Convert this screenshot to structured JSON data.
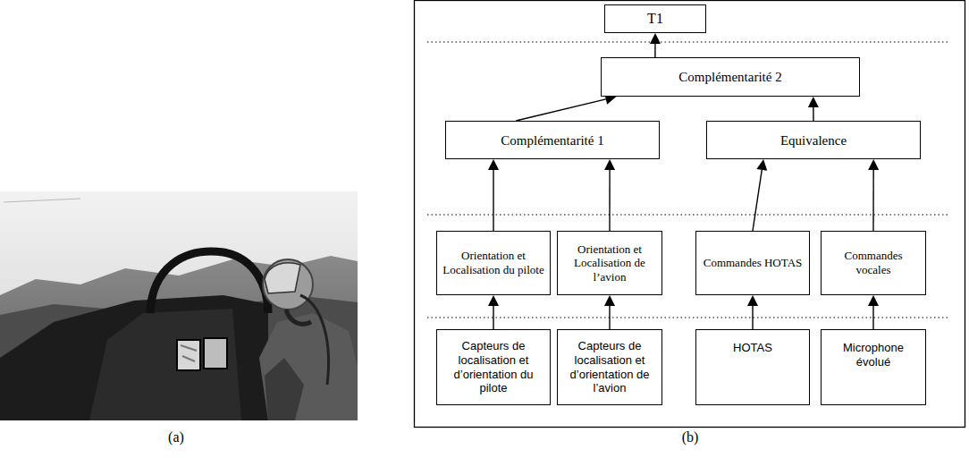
{
  "diagram": {
    "nodes": [
      {
        "text": [
          "T1"
        ]
      },
      {
        "text": [
          "Complémentarité 2"
        ]
      },
      {
        "text": [
          "Complémentarité 1"
        ]
      },
      {
        "text": [
          "Equivalence"
        ]
      },
      {
        "text": [
          "Orientation et Localisation du pilote"
        ]
      },
      {
        "text": [
          "Orientation et Localisation de l’avion"
        ]
      },
      {
        "text": [
          "Commandes HOTAS"
        ]
      },
      {
        "text": [
          "Commandes vocales"
        ]
      },
      {
        "text": [
          "Capteurs de localisation et d’orientation du pilote"
        ]
      },
      {
        "text": [
          "Capteurs de localisation et d’orientation de l’avion"
        ]
      },
      {
        "text": [
          "HOTAS"
        ]
      },
      {
        "text": [
          "Microphone évolué"
        ]
      }
    ],
    "edges": [
      {
        "from": 1,
        "to": 0,
        "arrow": "to"
      },
      {
        "from": 2,
        "to": 1,
        "arrow": "to"
      },
      {
        "from": 3,
        "to": 1,
        "arrow": "to"
      },
      {
        "from": 4,
        "to": 2,
        "arrow": "to"
      },
      {
        "from": 5,
        "to": 2,
        "arrow": "to"
      },
      {
        "from": 6,
        "to": 3,
        "arrow": "to"
      },
      {
        "from": 7,
        "to": 3,
        "arrow": "to"
      },
      {
        "from": 8,
        "to": 4,
        "arrow": "to"
      },
      {
        "from": 9,
        "to": 5,
        "arrow": "to"
      },
      {
        "from": 10,
        "to": 6,
        "arrow": "to"
      },
      {
        "from": 11,
        "to": 7,
        "arrow": "to"
      }
    ],
    "labels": [
      "(a)",
      "(b)"
    ]
  }
}
